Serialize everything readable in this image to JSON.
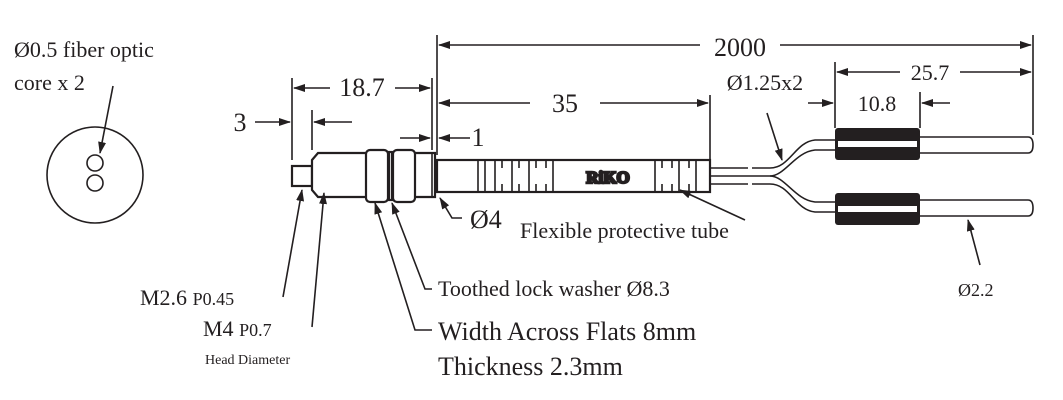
{
  "diagram": {
    "fiber_core_label_line1": "Ø0.5 fiber optic",
    "fiber_core_label_line2": "core x 2",
    "dim_total_length": "2000",
    "dim_head_length": "18.7",
    "dim_tip_length": "3",
    "dim_gap": "1",
    "dim_tube_length": "35",
    "dim_fiber_diameter": "Ø1.25x2",
    "dim_end_length": "25.7",
    "dim_sleeve_length": "10.8",
    "brand_logo": "RiKO",
    "label_tube_diameter": "Ø4",
    "label_tube": "Flexible protective tube",
    "label_thread_tip": "M2.6",
    "label_thread_tip_pitch": "P0.45",
    "label_thread_head": "M4",
    "label_thread_head_pitch": "P0.7",
    "label_head_diameter": "Head Diameter",
    "label_washer": "Toothed lock washer Ø8.3",
    "label_flats": "Width Across Flats 8mm",
    "label_thickness": "Thickness 2.3mm",
    "label_end_diameter": "Ø2.2"
  }
}
